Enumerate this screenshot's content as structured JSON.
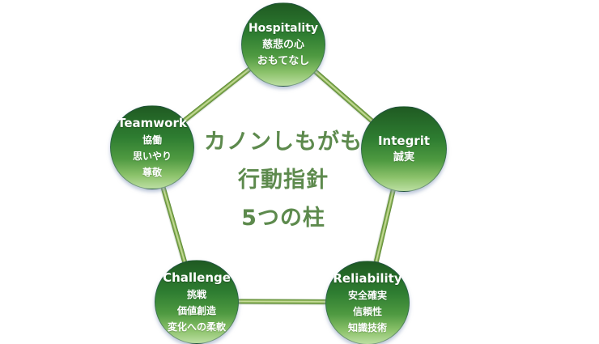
{
  "center": {
    "lines": [
      "カノンしもがも",
      "行動指針",
      "5つの柱"
    ]
  },
  "nodes": {
    "hospitality": {
      "title": "Hospitality",
      "items": [
        "慈悲の心",
        "おもてなし"
      ]
    },
    "teamwork": {
      "title": "Teamwork",
      "items": [
        "協働",
        "思いやり",
        "尊敬"
      ]
    },
    "integrity": {
      "title": "Integrit",
      "items": [
        "誠実"
      ]
    },
    "challenge": {
      "title": "Challenge",
      "items": [
        "挑戦",
        "価値創造",
        "変化への柔軟"
      ]
    },
    "reliability": {
      "title": "Reliability",
      "items": [
        "安全確実",
        "信頼性",
        "知識技術"
      ]
    }
  },
  "colors": {
    "circle_top": "#1f5a22",
    "circle_mid": "#2e7d31",
    "circle_bottom": "#bcdfa2",
    "edge_dark": "#4e7d2b",
    "edge_light": "#d2e4a8",
    "center_text": "#5d8a4d"
  }
}
